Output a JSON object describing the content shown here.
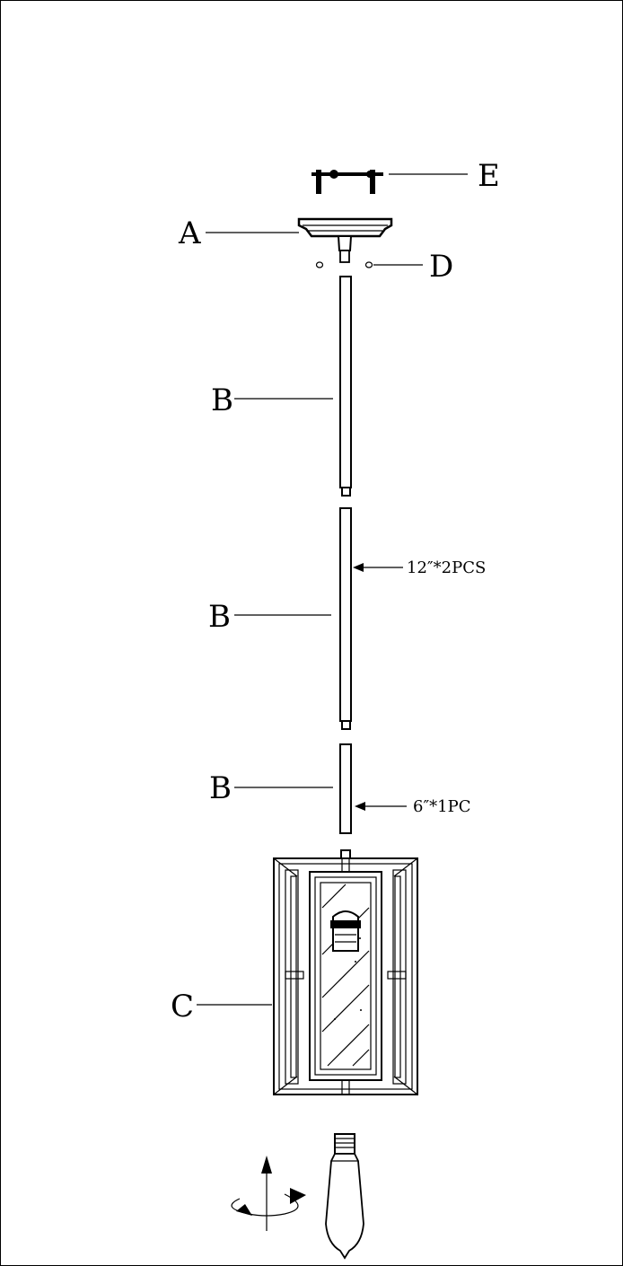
{
  "labels": {
    "e": "E",
    "a": "A",
    "d": "D",
    "b1": "B",
    "b2": "B",
    "b3": "B",
    "c": "C"
  },
  "notes": {
    "rod_12": "12″*2PCS",
    "rod_6": "6″*1PC"
  },
  "icons": [
    "mounting-bracket-icon",
    "canopy-icon",
    "screw-icon",
    "rod-icon",
    "lantern-shade-icon",
    "bulb-icon",
    "rotate-arrow-icon"
  ]
}
